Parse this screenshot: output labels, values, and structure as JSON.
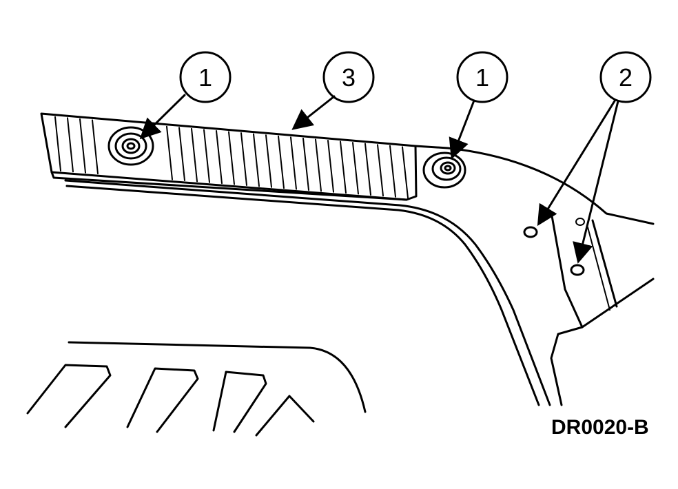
{
  "callouts": [
    {
      "id": "fastener-left",
      "label": "1"
    },
    {
      "id": "trim-panel",
      "label": "3"
    },
    {
      "id": "fastener-right",
      "label": "1"
    },
    {
      "id": "holes",
      "label": "2"
    }
  ],
  "reference_code": "DR0020-B",
  "colors": {
    "line": "#000000",
    "background": "#ffffff"
  }
}
